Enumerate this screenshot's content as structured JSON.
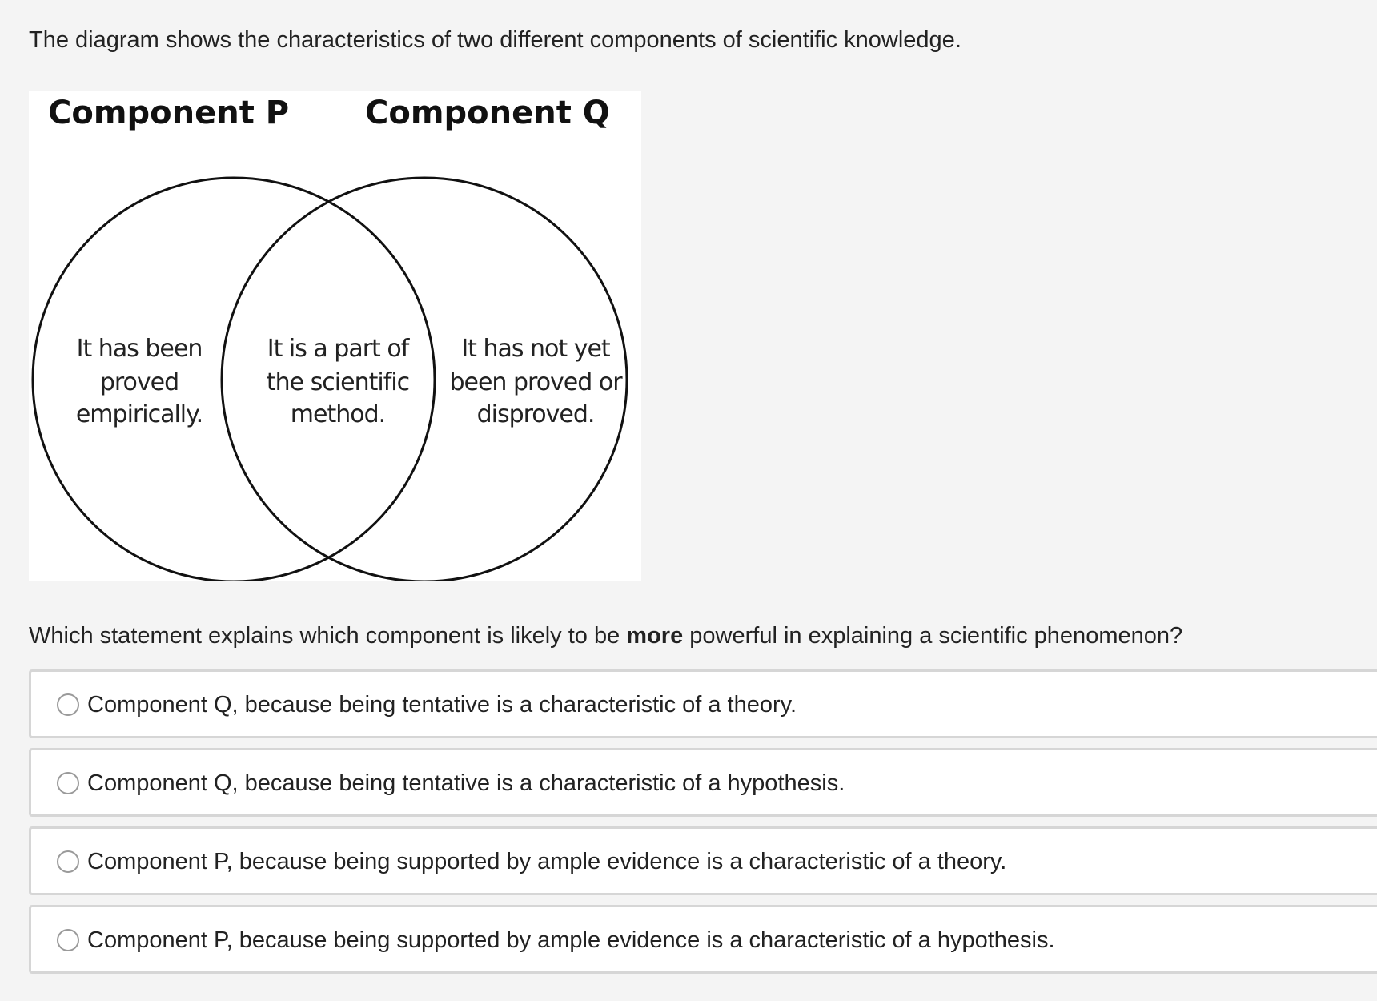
{
  "intro_text": "The diagram shows the characteristics of two different components of scientific knowledge.",
  "diagram": {
    "left_title": "Component P",
    "right_title": "Component Q",
    "left_lines": [
      "It has been",
      "proved",
      "empirically."
    ],
    "middle_lines": [
      "It is a part of",
      "the scientific",
      "method."
    ],
    "right_lines": [
      "It has not yet",
      "been proved or",
      "disproved."
    ]
  },
  "question": {
    "before": "Which statement explains which component is likely to be ",
    "bold": "more",
    "after": " powerful in explaining a scientific phenomenon?"
  },
  "choices": [
    {
      "label": "Component Q, because being tentative is a characteristic of a theory."
    },
    {
      "label": "Component Q, because being tentative is a characteristic of a hypothesis."
    },
    {
      "label": "Component P, because being supported by ample evidence is a characteristic of a theory."
    },
    {
      "label": "Component P, because being supported by ample evidence is a characteristic of a hypothesis."
    }
  ]
}
